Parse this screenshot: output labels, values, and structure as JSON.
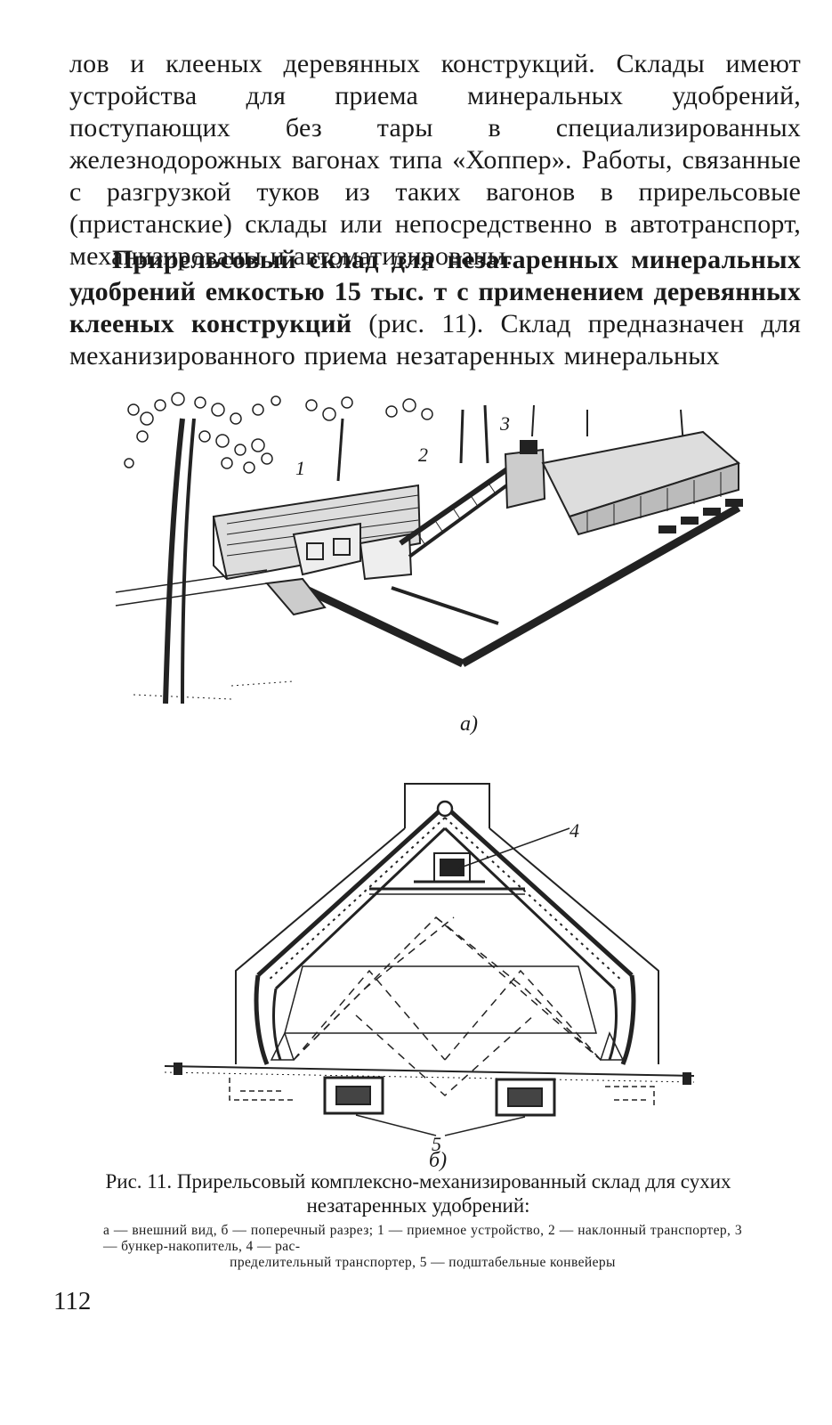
{
  "paragraph1": "лов и клееных деревянных конструкций. Склады имеют устройства для приема минеральных удобрений, поступающих без тары в специализированных железнодорожных вагонах типа «Хоппер». Работы, связанные с разгрузкой туков из таких вагонов в прирельсовые (пристанские) склады или непосредственно в автотранспорт, механизированы и автоматизированы.",
  "paragraph2": {
    "bold": "Прирельсовый склад для незатаренных минеральных удобрений емкостью 15 тыс. т с применением деревянных клееных конструкций",
    "rest": " (рис. 11). Склад предназначен для механизированного приема незатаренных минеральных"
  },
  "figure": {
    "part_a_label": "а)",
    "part_b_label": "б)",
    "callouts": {
      "c1": "1",
      "c2": "2",
      "c3": "3",
      "c4": "4",
      "c5": "5"
    },
    "caption": "Рис. 11. Прирельсовый комплексно-механизированный склад для сухих незатаренных удобрений:",
    "legend_line1": "а — внешний вид, б — поперечный разрез; 1 — приемное устройство, 2 — наклонный транспортер, 3 — бункер-накопитель, 4 — рас-",
    "legend_line2": "пределительный транспортер, 5 — подштабельные конвейеры"
  },
  "page_number": "112"
}
